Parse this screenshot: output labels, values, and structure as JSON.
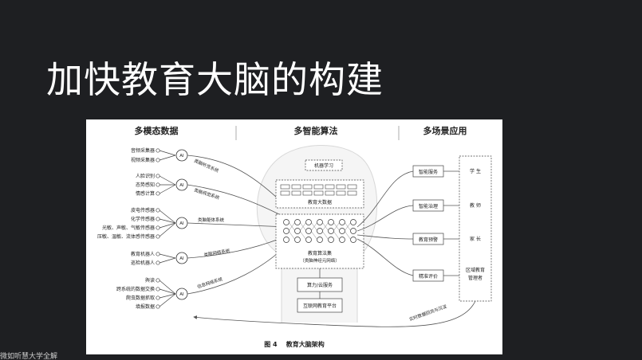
{
  "slide": {
    "title": "加快教育大脑的构建"
  },
  "figure": {
    "headers": {
      "left": "多模态数据",
      "middle": "多智能算法",
      "right": "多场景应用"
    },
    "ai_label": "AI",
    "groups": [
      {
        "sources": [
          "音频采集器",
          "视频采集器"
        ],
        "link": "类脑听觉系统"
      },
      {
        "sources": [
          "人脸识别",
          "态势感知",
          "情感计算"
        ],
        "link": "类脑视觉系统"
      },
      {
        "sources": [
          "皮电传感器",
          "化学传感器",
          "光敏、声敏、气敏传感器",
          "压敏、温敏、流体感传感器"
        ],
        "link": "类脑躯体系统"
      },
      {
        "sources": [
          "教育机器人",
          "巡检机器人"
        ],
        "link": "类脑网络系统"
      },
      {
        "sources": [
          "舆读",
          "跨系统的数据交换",
          "爬虫数据抓取",
          "填报数据"
        ],
        "link": "信息网络系统"
      }
    ],
    "middle": {
      "machine_learning": "机器学习",
      "big_data": "教育大数据",
      "algorithm_set": "教育算法集",
      "algorithm_sub": "（类脑神经元网络）",
      "compute": "算力/云服务",
      "platform": "互联网教育平台"
    },
    "services": [
      "智能服务",
      "智能治理",
      "教育预警",
      "精准评价"
    ],
    "users": [
      "学 生",
      "教 师",
      "家 长",
      "区域教育",
      "管理者"
    ],
    "feedback": "实时数据回流与沉淀",
    "caption": "图 4    教育大脑架构"
  },
  "footer": {
    "caption": "微如听慧大学全解"
  }
}
